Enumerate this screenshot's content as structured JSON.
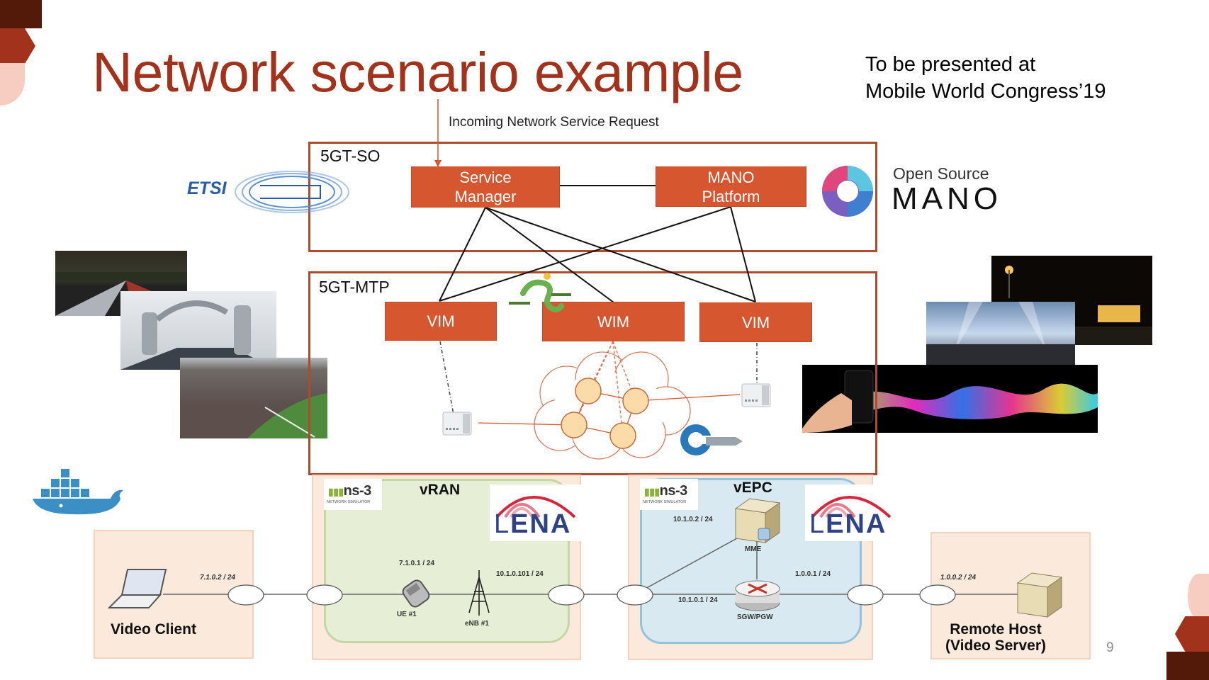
{
  "slide": {
    "title": "Network scenario example",
    "subtitle_line1": "To be presented at",
    "subtitle_line2": "Mobile World Congress’19",
    "page_number": "9",
    "accent_color": "#a2321b"
  },
  "orchestration": {
    "incoming_request": "Incoming Network Service Request",
    "so_label": "5GT-SO",
    "service_manager_line1": "Service",
    "service_manager_line2": "Manager",
    "mano_line1": "MANO",
    "mano_line2": "Platform",
    "etsi_logo": "ETSI",
    "osm_line1": "Open Source",
    "osm_line2": "MANO"
  },
  "mtp": {
    "label": "5GT-MTP",
    "vim_left": "VIM",
    "wim": "WIM",
    "vim_right": "VIM"
  },
  "ran": {
    "header": "vRAN",
    "ns3": "ns-3",
    "ns3_sub": "NETWORK SIMULATOR",
    "lena": "ENA",
    "lena_l": "L",
    "ue_ip": "7.1.0.1 / 24",
    "ue_label": "UE #1",
    "enb_ip": "10.1.0.101 / 24",
    "enb_label": "eNB #1"
  },
  "epc": {
    "header": "vEPC",
    "ns3": "ns-3",
    "ns3_sub": "NETWORK SIMULATOR",
    "lena": "ENA",
    "lena_l": "L",
    "mme_ip": "10.1.0.2 / 24",
    "mme_label": "MME",
    "sgw_ip": "10.1.0.1 / 24",
    "sgw_label": "SGW/PGW",
    "sgw_out_ip": "1.0.0.1 / 24"
  },
  "client": {
    "label": "Video Client",
    "ip": "7.1.0.2 / 24"
  },
  "server": {
    "label_line1": "Remote Host",
    "label_line2": "(Video Server)",
    "ip": "1.0.0.2 / 24"
  },
  "images": {
    "left": [
      "highway-photo",
      "robot-arms-photo",
      "stadium-photo"
    ],
    "right": [
      "ambulance-photo",
      "concert-photo",
      "phone-wave-photo"
    ],
    "docker": "docker-logo"
  }
}
